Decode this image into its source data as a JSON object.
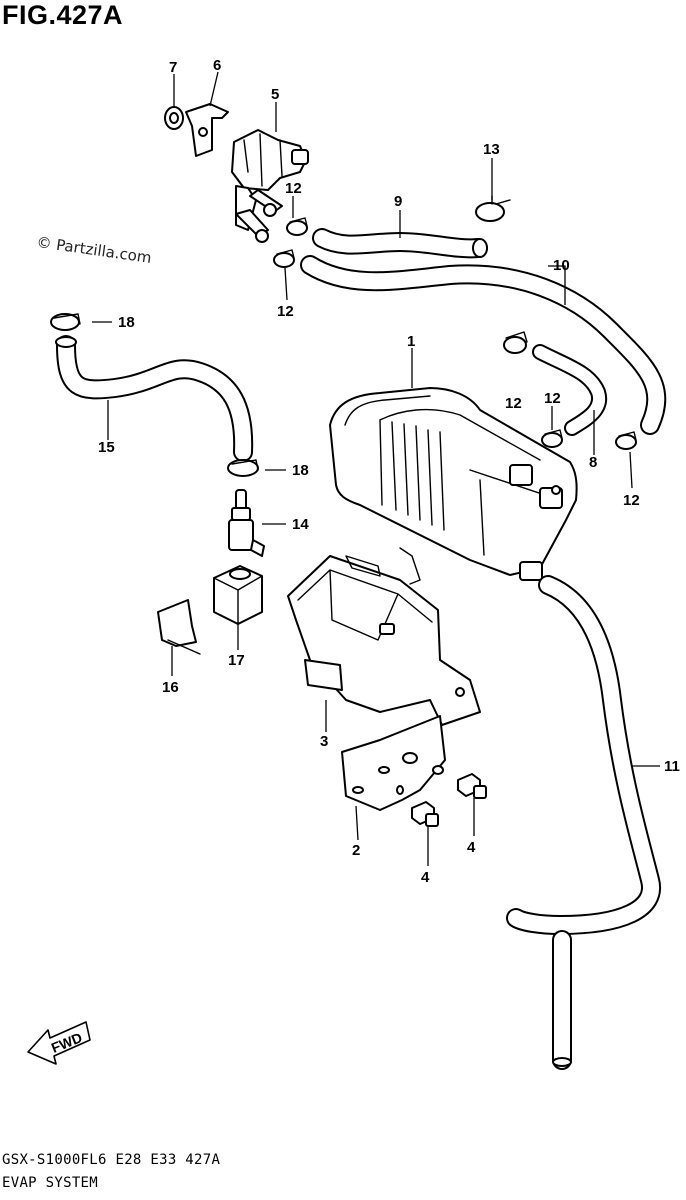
{
  "figure": {
    "title": "FIG.427A",
    "watermark": "© Partzilla.com",
    "model_line": "GSX-S1000FL6  E28  E33  427A",
    "section": "EVAP SYSTEM",
    "fwd_label": "FWD"
  },
  "callouts": [
    "1",
    "2",
    "3",
    "4",
    "4",
    "5",
    "6",
    "7",
    "8",
    "9",
    "10",
    "11",
    "12",
    "12",
    "12",
    "12",
    "12",
    "12",
    "13",
    "14",
    "15",
    "16",
    "17",
    "18",
    "18"
  ]
}
